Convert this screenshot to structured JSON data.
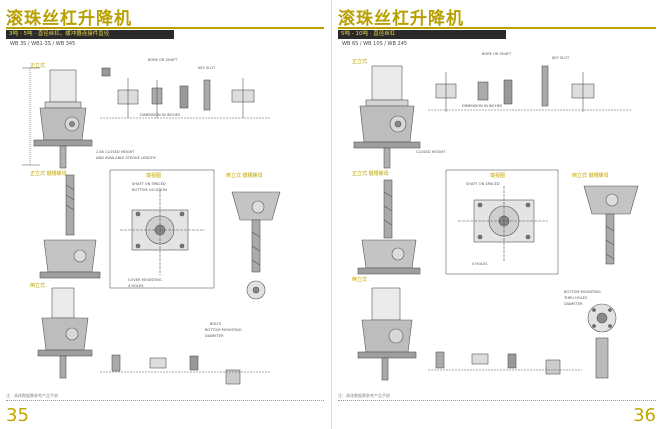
{
  "left": {
    "title": "滚珠丝杠升降机",
    "banner": "3吨 - 5吨 · 直径丝杠，缓冲器连接件直径",
    "models": "WB 3S / WB1-3S / WB 345",
    "view_labels": {
      "main_upright": "正立式",
      "upright_keyed": "正立式  键槽螺母",
      "end_view": "端视图",
      "inverted_keyed": "倒立式  键槽螺母",
      "inverted": "倒立式"
    },
    "notes": {
      "n1": "BORE OR SHAFT",
      "n2": "KEY SLOT",
      "n3": "DIMENSION IN INCHES",
      "n4": "2.80 CLOSED HEIGHT",
      "n5": "AND AVAILABLE STROKE LENGTH",
      "n6": "SHAFT ON SPACED",
      "n7": "BOTTOM LOCATION",
      "n8": "COVER MOUNTING",
      "n9": "4 HOLES",
      "n10": "BOLTS",
      "n11": "BOTTOM MOUNTING",
      "n12": "DIAMETER"
    },
    "footer": "注：具体数据需参考产品手册",
    "page_number": "35"
  },
  "right": {
    "title": "滚珠丝杠升降机",
    "banner": "5吨 - 10吨 · 直径丝杠",
    "models": "WB 6S / WB 10S / WB 245",
    "view_labels": {
      "main_upright": "正立式",
      "upright_keyed": "正立式  键槽螺母",
      "end_view": "端视图",
      "inverted_keyed": "倒立式  键槽螺母",
      "inverted": "倒立式"
    },
    "notes": {
      "n1": "BORE OR SHAFT",
      "n2": "KEY SLOT",
      "n3": "DIMENSION IN INCHES",
      "n4": "CLOSED HEIGHT",
      "n5": "SHAFT ON SPACED",
      "n6": "4 HOLES",
      "n7": "BOTTOM MOUNTING",
      "n8": "THRU HOLES",
      "n9": "DIAMETER"
    },
    "footer": "注：具体数据需参考产品手册",
    "page_number": "36"
  }
}
